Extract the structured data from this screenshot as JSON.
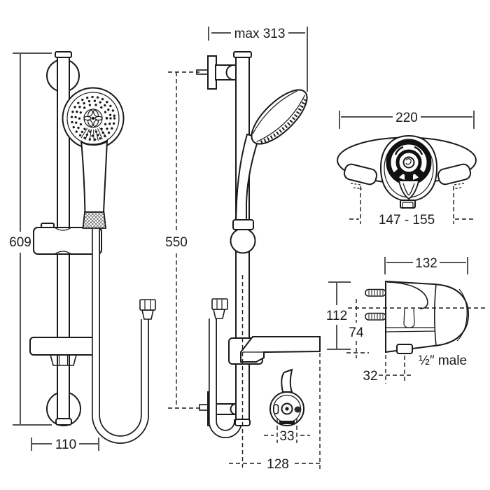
{
  "colors": {
    "line": "#1a1a1a",
    "background": "#ffffff"
  },
  "front_view": {
    "height": "609",
    "soap_dish_width": "110"
  },
  "side_view": {
    "max_reach": "max 313",
    "rail_length": "550",
    "holder_diameter": "33",
    "wall_depth": "128"
  },
  "mixer_front_view": {
    "body_width": "220",
    "inlet_centres": "147 - 155"
  },
  "mixer_side_view": {
    "body_depth": "132",
    "body_height": "112",
    "outlet_drop": "74",
    "outlet_offset": "32",
    "outlet_thread": "½″ male"
  }
}
